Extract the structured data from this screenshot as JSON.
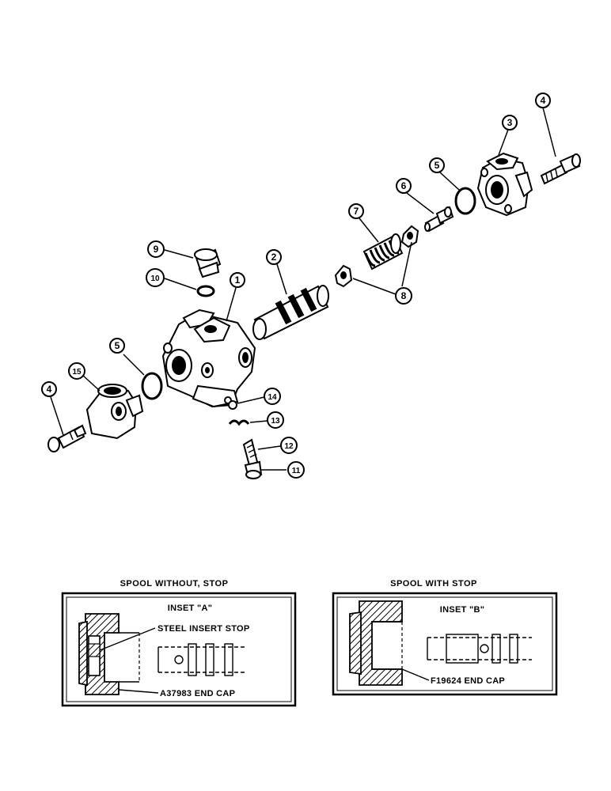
{
  "callouts": {
    "c1": "1",
    "c2": "2",
    "c3": "3",
    "c4_right": "4",
    "c4_left": "4",
    "c5_right": "5",
    "c5_left": "5",
    "c6": "6",
    "c7": "7",
    "c8": "8",
    "c9": "9",
    "c10": "10",
    "c11": "11",
    "c12": "12",
    "c13": "13",
    "c14": "14",
    "c15": "15"
  },
  "inset_a": {
    "title": "SPOOL  WITHOUT, STOP",
    "label": "INSET \"A\"",
    "note_stop": "STEEL INSERT STOP",
    "note_cap": "A37983 END CAP"
  },
  "inset_b": {
    "title": "SPOOL WITH STOP",
    "label": "INSET \"B\"",
    "note_cap": "F19624 END CAP"
  }
}
